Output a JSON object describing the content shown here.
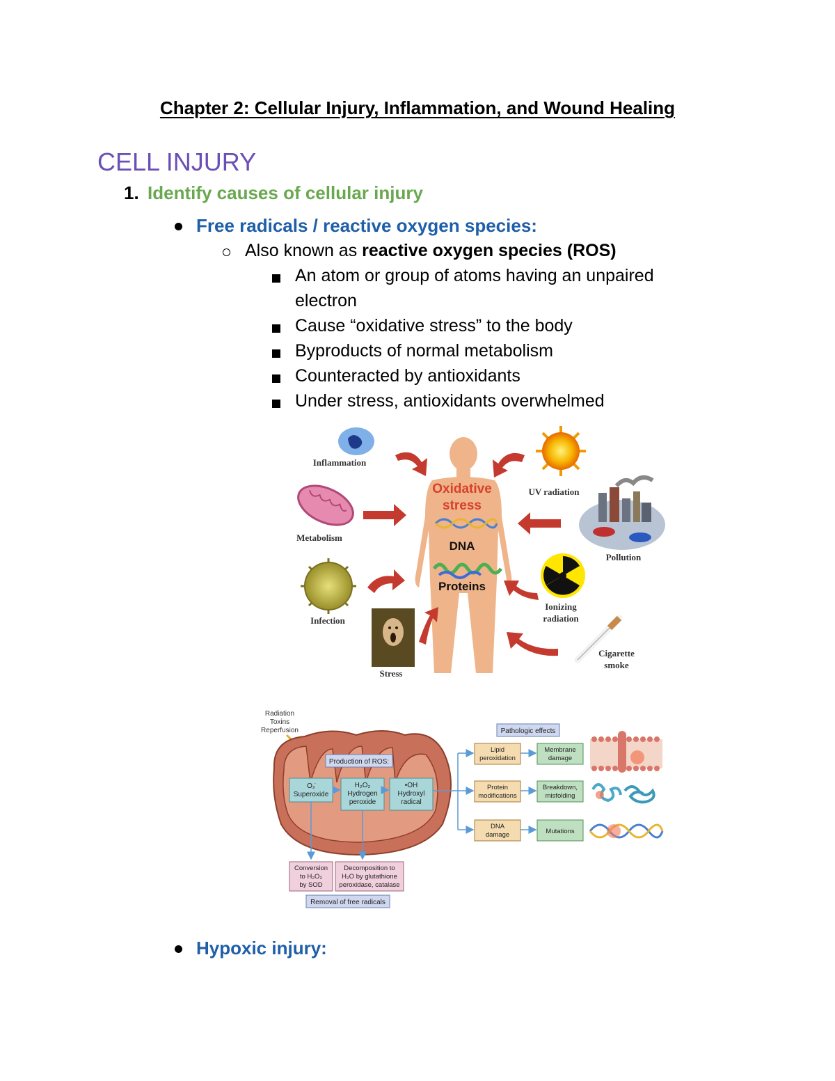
{
  "document": {
    "title": "Chapter 2: Cellular Injury, Inflammation, and Wound Healing",
    "section_heading": "CELL INJURY",
    "numbered_item": {
      "number": "1.",
      "text": "Identify causes of cellular injury"
    },
    "bullet_free_radicals": "Free radicals / reactive oxygen species:",
    "sub_item": {
      "prefix": "Also known as ",
      "bold": "reactive oxygen species (ROS)"
    },
    "sub_sub_items": [
      "An atom or group of atoms having an unpaired",
      "electron",
      "Cause “oxidative stress” to the body",
      "Byproducts of normal metabolism",
      "Counteracted by antioxidants",
      "Under stress, antioxidants overwhelmed"
    ],
    "bullet_hypoxic": "Hypoxic injury:"
  },
  "figure1": {
    "center_lines": [
      "Oxidative",
      "stress"
    ],
    "dna_label": "DNA",
    "proteins_label": "Proteins",
    "labels": {
      "inflammation": "Inflammation",
      "metabolism": "Metabolism",
      "infection": "Infection",
      "stress": "Stress",
      "uv": "UV radiation",
      "pollution": "Pollution",
      "ionizing": [
        "Ionizing",
        "radiation"
      ],
      "cigarette": [
        "Cigarette",
        "smoke"
      ]
    }
  },
  "figure2": {
    "sources": [
      "Radiation",
      "Toxins",
      "Reperfusion"
    ],
    "production": "Production of ROS:",
    "species": [
      [
        "O₂̇",
        "Superoxide"
      ],
      [
        "H₂O₂",
        "Hydrogen",
        "peroxide"
      ],
      [
        "•OH",
        "Hydroxyl",
        "radical"
      ]
    ],
    "pathologic": "Pathologic effects",
    "causes": [
      [
        "Lipid",
        "peroxidation"
      ],
      [
        "Protein",
        "modifications"
      ],
      [
        "DNA",
        "damage"
      ]
    ],
    "effects": [
      [
        "Membrane",
        "damage"
      ],
      [
        "Breakdown,",
        "misfolding"
      ],
      [
        "Mutations"
      ]
    ],
    "removal_boxes": [
      [
        "Conversion",
        "to H₂O₂",
        "by SOD"
      ],
      [
        "Decomposition to",
        "H₂O by glutathione",
        "peroxidase, catalase"
      ]
    ],
    "removal": "Removal of free radicals"
  }
}
